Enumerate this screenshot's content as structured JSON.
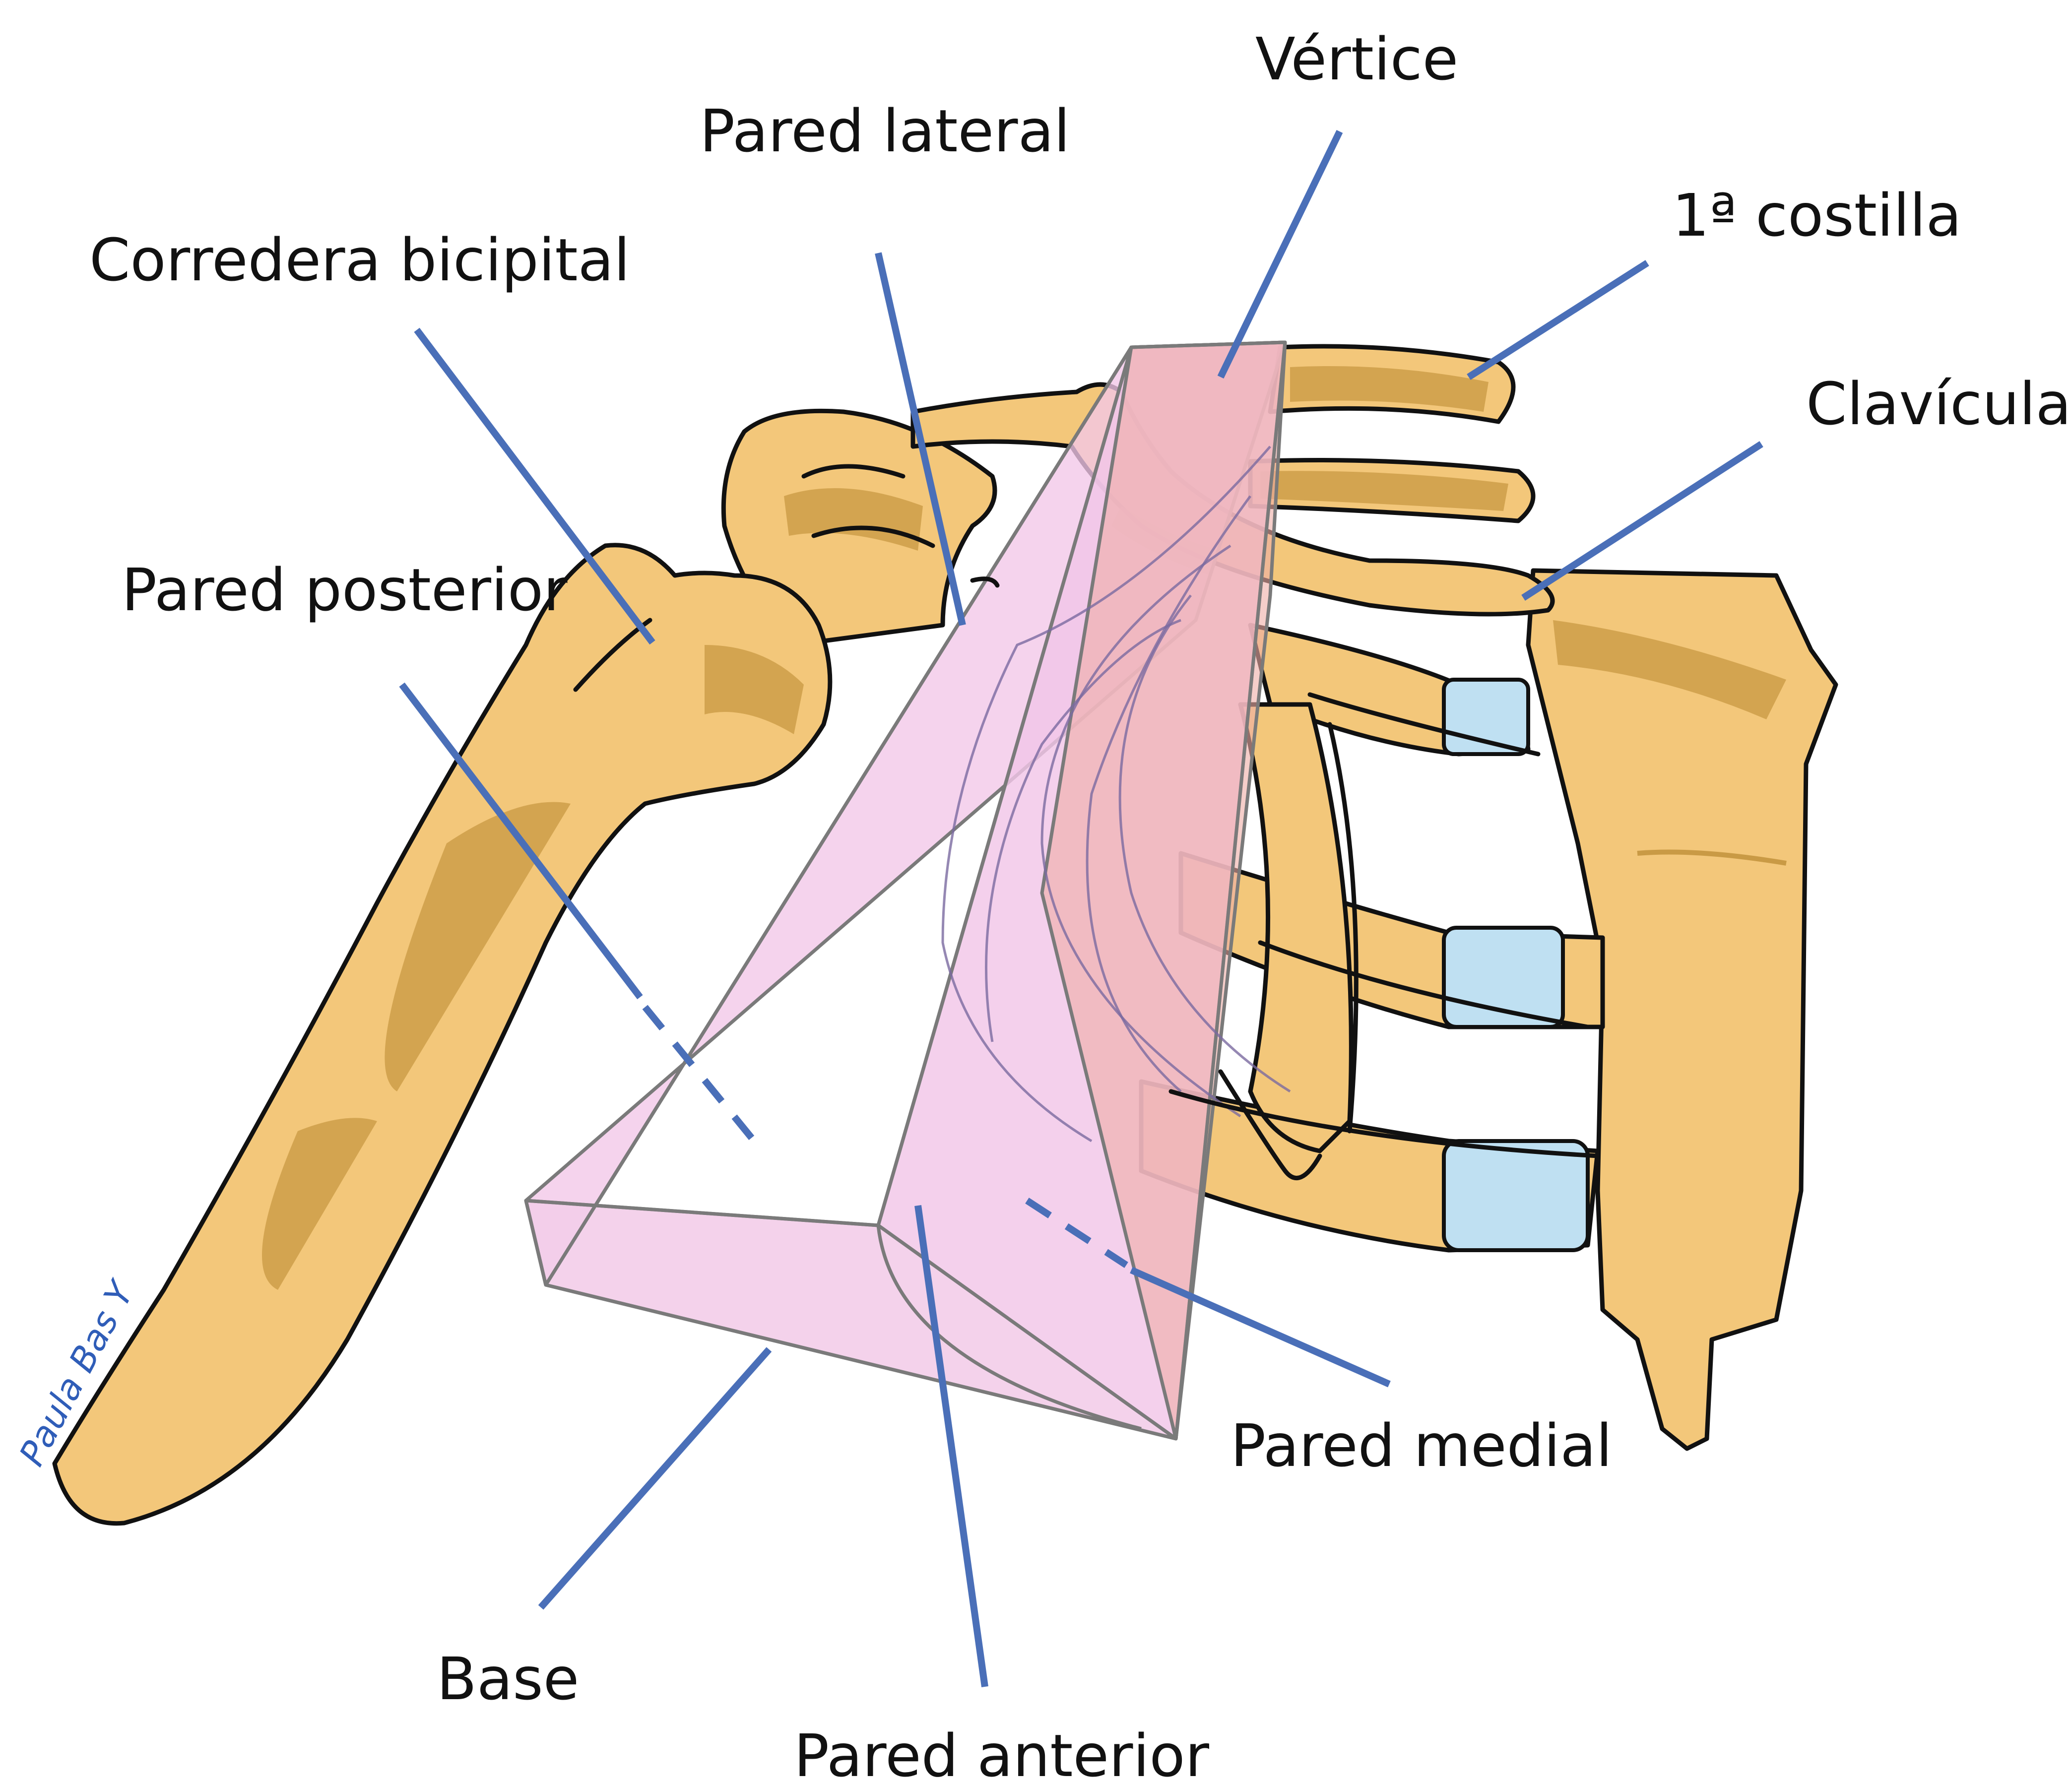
{
  "labels": {
    "vertice": "Vértice",
    "pared_lateral": "Pared lateral",
    "costilla_1": "1ª costilla",
    "corredera_bicipital": "Corredera bicipital",
    "clavicula": "Clavícula",
    "pared_posterior": "Pared posterior",
    "pared_medial": "Pared medial",
    "base": "Base",
    "pared_anterior": "Pared anterior"
  },
  "signature": "Paula Bas Y",
  "colors": {
    "bone": "#f3c77a",
    "bone_shade": "#b8862e",
    "cartilage": "#bfe0f2",
    "pyramid": "#f2c6e8",
    "pyramid_medial": "#eeaea6",
    "leader_line": "#4a6fb8"
  }
}
